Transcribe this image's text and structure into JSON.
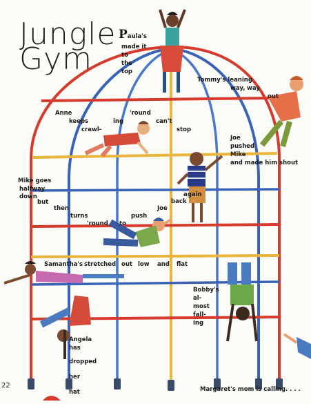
{
  "title": {
    "line1": "Jungle",
    "line2": "Gym"
  },
  "page_number": "22",
  "poem": {
    "paula": {
      "cap": "P",
      "first": "aula's",
      "lines": [
        "made it",
        "to",
        "the",
        "top"
      ]
    },
    "tommy": [
      "Tommy's leaning",
      "way,",
      "way",
      "out"
    ],
    "anne": [
      "Anne",
      "keeps",
      "crawl-",
      "ing",
      "'round",
      "can't",
      "stop"
    ],
    "joe_pushed": [
      "Joe",
      "pushed",
      "Mike",
      "and made him shout"
    ],
    "mike": [
      "Mike goes",
      "halfway",
      "down",
      "but",
      "then",
      "turns",
      "'round",
      "to",
      "push",
      "Joe",
      "back",
      "again"
    ],
    "samantha": [
      "Samantha's",
      "stretched",
      "out",
      "low",
      "and",
      "flat"
    ],
    "bobby": [
      "Bobby's",
      "al-",
      "most",
      "fall-",
      "ing"
    ],
    "angela": [
      "Angela",
      "has",
      "dropped",
      "her",
      "hat"
    ],
    "margaret": "Margaret's mom is calling. . . ."
  },
  "colors": {
    "red": "#d63a2c",
    "blue": "#3a63b8",
    "yellow": "#e9b53a",
    "ink": "#1a1a1a",
    "background": "#fbfbf8"
  }
}
